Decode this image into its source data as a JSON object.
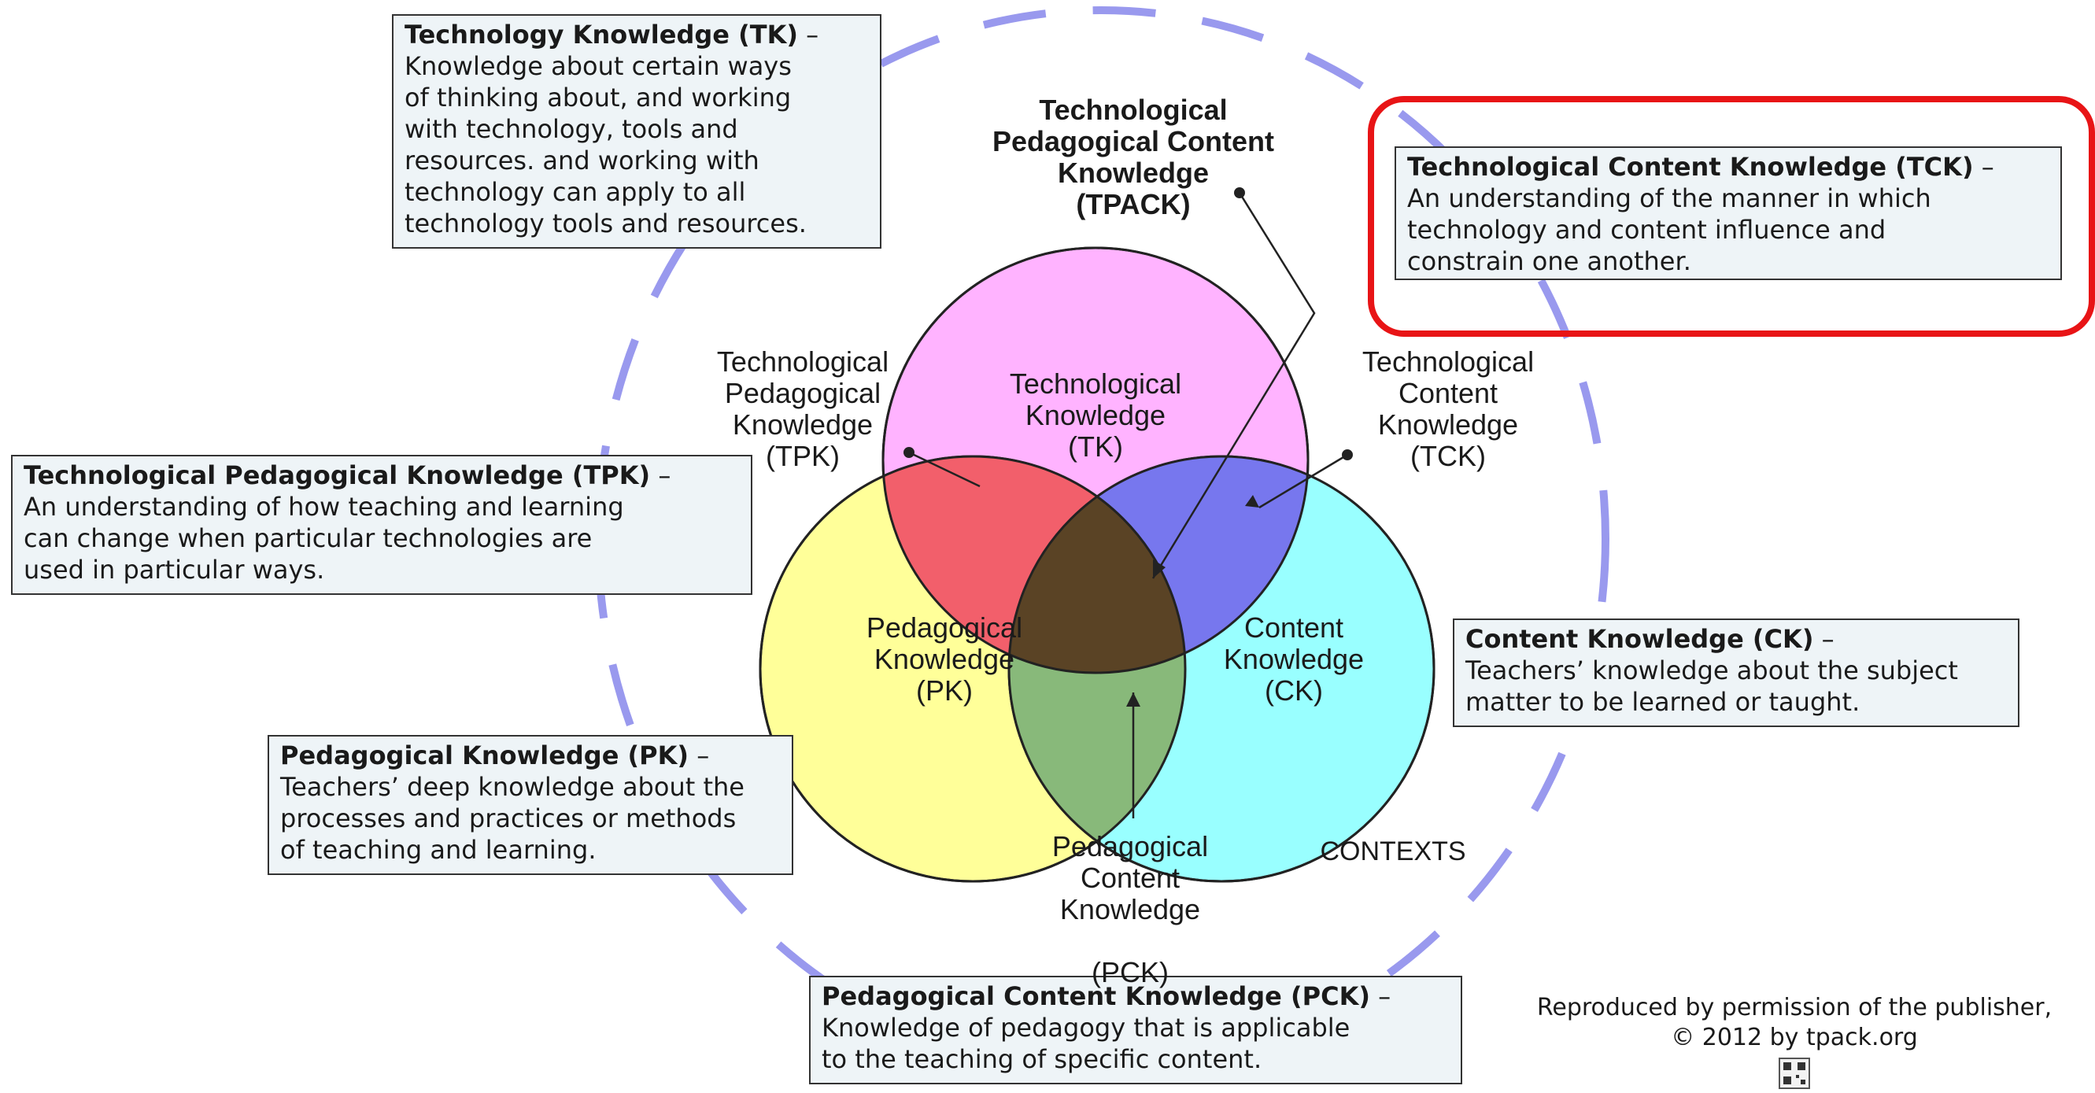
{
  "colors": {
    "tk_circle": "#ffb3ff",
    "pk_circle": "#ffff99",
    "ck_circle": "#99ffff",
    "tpk_overlap": "#f25f6b",
    "tck_overlap": "#7777ee",
    "pck_overlap": "#88b97a",
    "tpack_center": "#5a4325",
    "context_dash": "#9999ee",
    "highlight": "#e81416",
    "box_fill": "#eef4f7"
  },
  "boxes": {
    "tk": {
      "title": "Technology Knowledge (TK)",
      "lines": [
        "Knowledge about certain ways",
        "of thinking about, and working",
        "with technology, tools and",
        "resources. and working with",
        "technology can apply to all",
        "technology tools and resources."
      ]
    },
    "tck": {
      "title": "Technological Content Knowledge (TCK)",
      "lines": [
        "An understanding of the manner in which",
        "technology and content influence and",
        "constrain one another."
      ]
    },
    "tpk": {
      "title": "Technological Pedagogical Knowledge (TPK)",
      "lines": [
        "An understanding of how teaching and learning",
        "can change when particular technologies are",
        "used in particular ways."
      ]
    },
    "ck": {
      "title": "Content Knowledge (CK)",
      "lines": [
        "Teachers’ knowledge about the subject",
        "matter to be learned or taught."
      ]
    },
    "pk": {
      "title": "Pedagogical Knowledge (PK)",
      "lines": [
        "Teachers’ deep knowledge about the",
        "processes and practices or methods",
        "of teaching and learning."
      ]
    },
    "pck": {
      "title": "Pedagogical Content Knowledge (PCK)",
      "lines": [
        "Knowledge of pedagogy that is applicable",
        "to the teaching of specific content."
      ]
    }
  },
  "labels": {
    "tpack": [
      "Technological",
      "Pedagogical Content",
      "Knowledge",
      "(TPACK)"
    ],
    "tpk": [
      "Technological",
      "Pedagogical",
      "Knowledge",
      "(TPK)"
    ],
    "tck": [
      "Technological",
      "Content",
      "Knowledge",
      "(TCK)"
    ],
    "tk": [
      "Technological",
      "Knowledge",
      "(TK)"
    ],
    "pk": [
      "Pedagogical",
      "Knowledge",
      "(PK)"
    ],
    "ck": [
      "Content",
      "Knowledge",
      "(CK)"
    ],
    "pck": [
      "Pedagogical",
      "Content",
      "Knowledge",
      "",
      "(PCK)"
    ],
    "contexts": "CONTEXTS"
  },
  "credit": [
    "Reproduced by permission of the publisher,",
    "© 2012 by tpack.org"
  ],
  "dash_separator": "–"
}
